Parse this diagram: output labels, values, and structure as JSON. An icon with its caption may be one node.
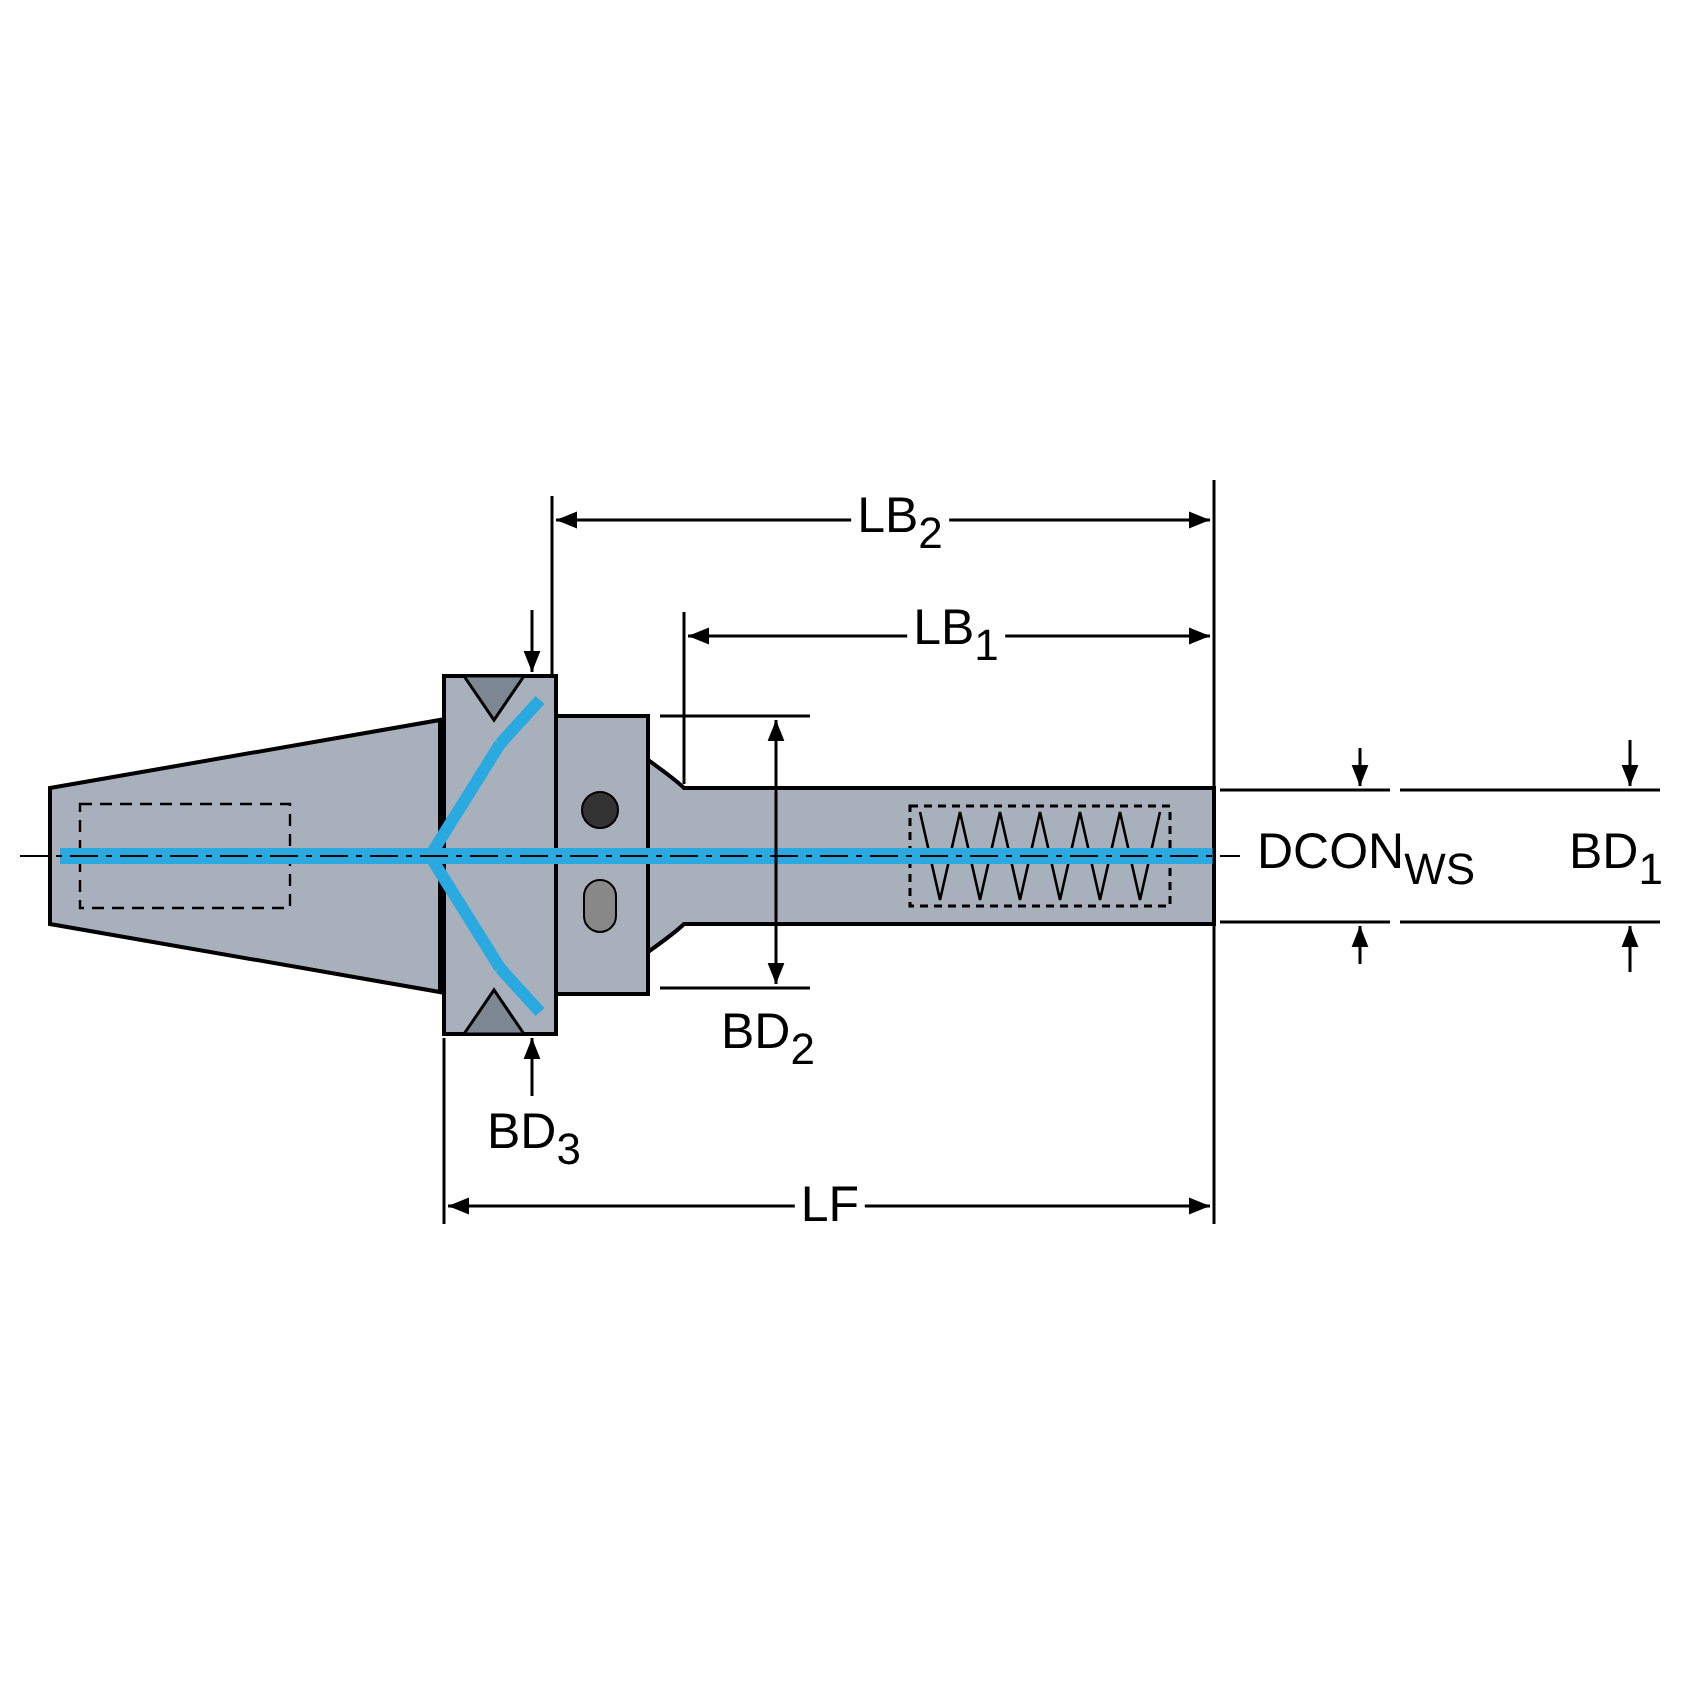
{
  "diagram": {
    "labels": [
      "LB$_{2}$",
      "LB$_{1}$",
      "DCON$_{WS}$",
      "BD$_{1}$",
      "BD$_{2}$",
      "BD$_{3}$",
      "LF"
    ]
  }
}
